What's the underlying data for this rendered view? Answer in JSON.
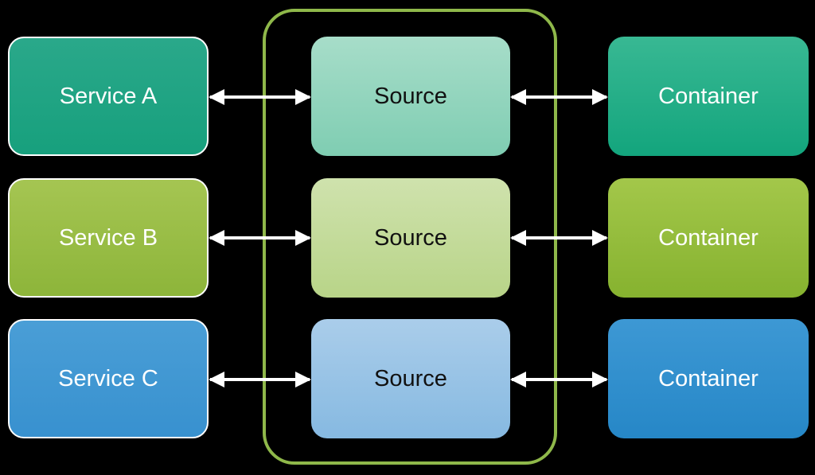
{
  "rows": [
    {
      "service": {
        "label": "Service A",
        "color": "#1ea583"
      },
      "source": {
        "label": "Source",
        "color": "#92d5bd"
      },
      "container": {
        "label": "Container",
        "color": "#1aa882"
      }
    },
    {
      "service": {
        "label": "Service B",
        "color": "#99bd46"
      },
      "source": {
        "label": "Source",
        "color": "#c3db9a"
      },
      "container": {
        "label": "Container",
        "color": "#94bd3c"
      }
    },
    {
      "service": {
        "label": "Service C",
        "color": "#4198d3"
      },
      "source": {
        "label": "Source",
        "color": "#98c3e6"
      },
      "container": {
        "label": "Container",
        "color": "#318fcd"
      }
    }
  ],
  "colors": {
    "background": "#000000",
    "group_frame": "#8fb84a",
    "arrow": "#ffffff"
  },
  "connectors": [
    {
      "from": "Service A",
      "to": "Source",
      "direction": "bidirectional"
    },
    {
      "from": "Source",
      "to": "Container",
      "direction": "bidirectional"
    },
    {
      "from": "Service B",
      "to": "Source",
      "direction": "bidirectional"
    },
    {
      "from": "Source",
      "to": "Container",
      "direction": "bidirectional"
    },
    {
      "from": "Service C",
      "to": "Source",
      "direction": "bidirectional"
    },
    {
      "from": "Source",
      "to": "Container",
      "direction": "bidirectional"
    }
  ]
}
